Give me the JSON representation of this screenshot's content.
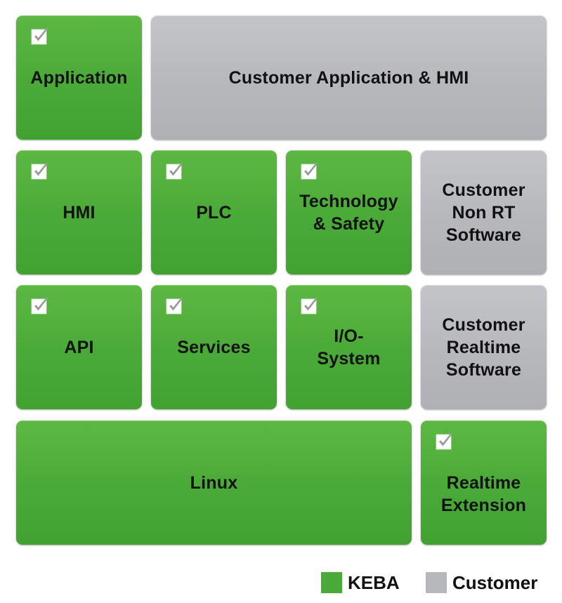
{
  "colors": {
    "keba": "#4aaa37",
    "customer": "#b6b8bb",
    "checkbox": "#ffffff",
    "checkmark": "#9a9a9a",
    "text": "#111111"
  },
  "blocks": {
    "application": {
      "label": "Application",
      "owner": "keba",
      "checked": true
    },
    "customer_application_hmi": {
      "label": "Customer Application & HMI",
      "owner": "customer",
      "checked": false
    },
    "hmi": {
      "label": "HMI",
      "owner": "keba",
      "checked": true
    },
    "plc": {
      "label": "PLC",
      "owner": "keba",
      "checked": true
    },
    "technology_safety": {
      "label": "Technology\n& Safety",
      "owner": "keba",
      "checked": true
    },
    "customer_non_rt": {
      "label": "Customer\nNon RT\nSoftware",
      "owner": "customer",
      "checked": false
    },
    "api": {
      "label": "API",
      "owner": "keba",
      "checked": true
    },
    "services": {
      "label": "Services",
      "owner": "keba",
      "checked": true
    },
    "io_system": {
      "label": "I/O-\nSystem",
      "owner": "keba",
      "checked": true
    },
    "customer_realtime": {
      "label": "Customer\nRealtime\nSoftware",
      "owner": "customer",
      "checked": false
    },
    "linux": {
      "label": "Linux",
      "owner": "keba",
      "checked": false
    },
    "realtime_extension": {
      "label": "Realtime\nExtension",
      "owner": "keba",
      "checked": true
    }
  },
  "legend": {
    "keba": "KEBA",
    "customer": "Customer"
  }
}
